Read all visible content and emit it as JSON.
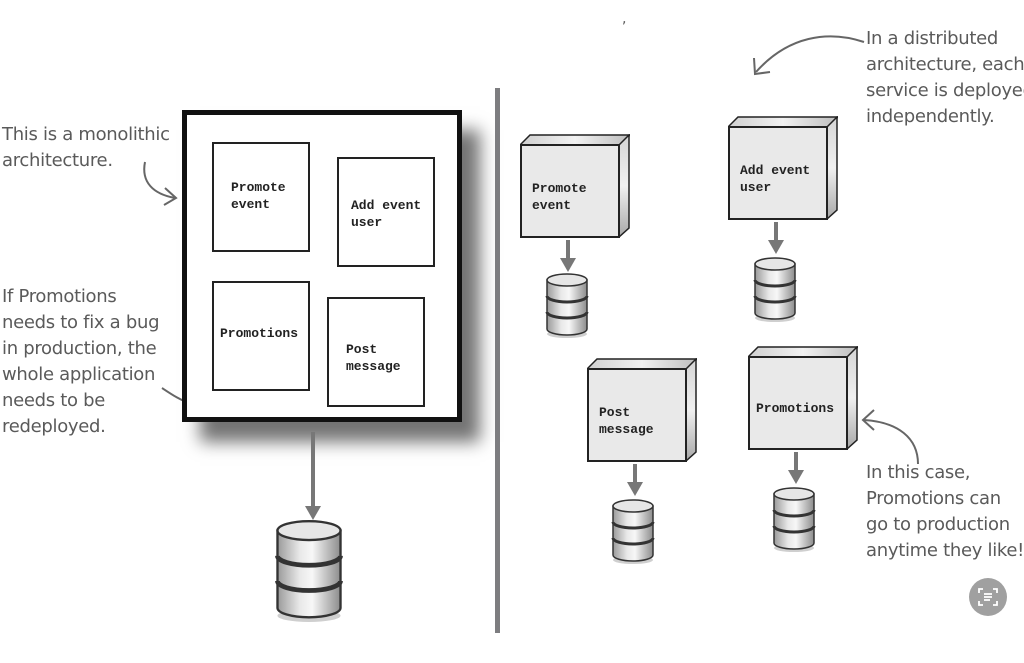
{
  "left_panel": {
    "title_note": "This is a monolithic\narchitecture.",
    "bug_note": "If Promotions\nneeds to fix a bug\nin production, the\nwhole application\nneeds to be\nredeployed.",
    "modules": [
      {
        "label": "Promote\nevent"
      },
      {
        "label": "Add event\nuser"
      },
      {
        "label": "Promotions"
      },
      {
        "label": "Post\nmessage"
      }
    ],
    "database": "shared-database"
  },
  "right_panel": {
    "distributed_note": "In a distributed\narchitecture, each\nservice is deployed\nindependently.",
    "case_note": "In this case,\nPromotions can\ngo to production\nanytime they like!",
    "services": [
      {
        "label": "Promote\nevent"
      },
      {
        "label": "Add event\nuser"
      },
      {
        "label": "Post\nmessage"
      },
      {
        "label": "Promotions"
      }
    ]
  },
  "stray_mark": ",",
  "fab": {
    "icon": "text-scan-icon"
  },
  "colors": {
    "divider": "#7d7d80",
    "annotation": "#5a5a5a",
    "arrow": "#777777",
    "fab": "#a0a0a0"
  }
}
